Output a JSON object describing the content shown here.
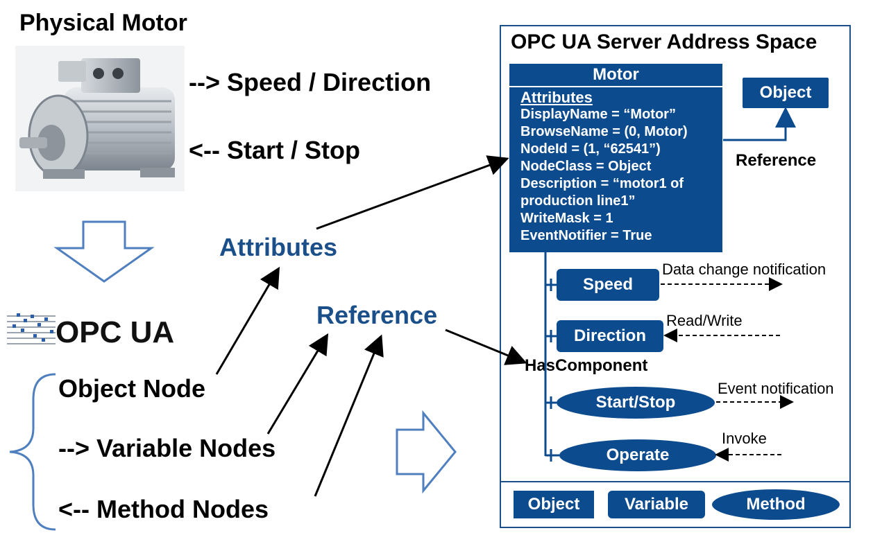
{
  "left": {
    "title": "Physical Motor",
    "speed_direction": "--> Speed / Direction",
    "start_stop": "<-- Start / Stop",
    "logo_text": "OPC UA",
    "object_node": "Object Node",
    "variable_nodes": "--> Variable Nodes",
    "method_nodes": "<-- Method Nodes"
  },
  "middle": {
    "attributes": "Attributes",
    "reference": "Reference"
  },
  "server": {
    "title": "OPC UA Server Address Space",
    "motor": {
      "name": "Motor",
      "attributes_header": "Attributes",
      "attributes": [
        "DisplayName = “Motor”",
        "BrowseName = (0, Motor)",
        "NodeId = (1, “62541”)",
        "NodeClass = Object",
        "Description = “motor1 of",
        "production line1”",
        "WriteMask = 1",
        "EventNotifier = True"
      ]
    },
    "object_node": "Object",
    "reference_label": "Reference",
    "has_component": "HasComponent",
    "children": [
      {
        "name": "Speed",
        "shape": "rect",
        "note": "Data change notification"
      },
      {
        "name": "Direction",
        "shape": "rect",
        "note": "Read/Write"
      },
      {
        "name": "Start/Stop",
        "shape": "ellipse",
        "note": "Event notification"
      },
      {
        "name": "Operate",
        "shape": "ellipse",
        "note": "Invoke"
      }
    ],
    "legend": {
      "object": "Object",
      "variable": "Variable",
      "method": "Method"
    }
  },
  "colors": {
    "node_fill": "#0d4b8f",
    "title_blue": "#1b4f8a",
    "arrow_outline": "#4f7fbf"
  }
}
